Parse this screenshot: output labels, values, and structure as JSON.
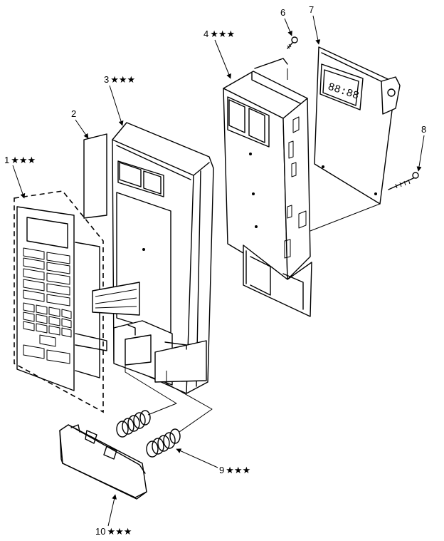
{
  "callouts": [
    {
      "id": "c1",
      "number": "1",
      "stars": "★★★"
    },
    {
      "id": "c2",
      "number": "2",
      "stars": ""
    },
    {
      "id": "c3",
      "number": "3",
      "stars": "★★★"
    },
    {
      "id": "c4",
      "number": "4",
      "stars": "★★★"
    },
    {
      "id": "c6",
      "number": "6",
      "stars": ""
    },
    {
      "id": "c7",
      "number": "7",
      "stars": ""
    },
    {
      "id": "c8",
      "number": "8",
      "stars": ""
    },
    {
      "id": "c9",
      "number": "9",
      "stars": "★★★"
    },
    {
      "id": "c10",
      "number": "10",
      "stars": "★★★"
    }
  ],
  "display": {
    "readout": "88:88"
  }
}
